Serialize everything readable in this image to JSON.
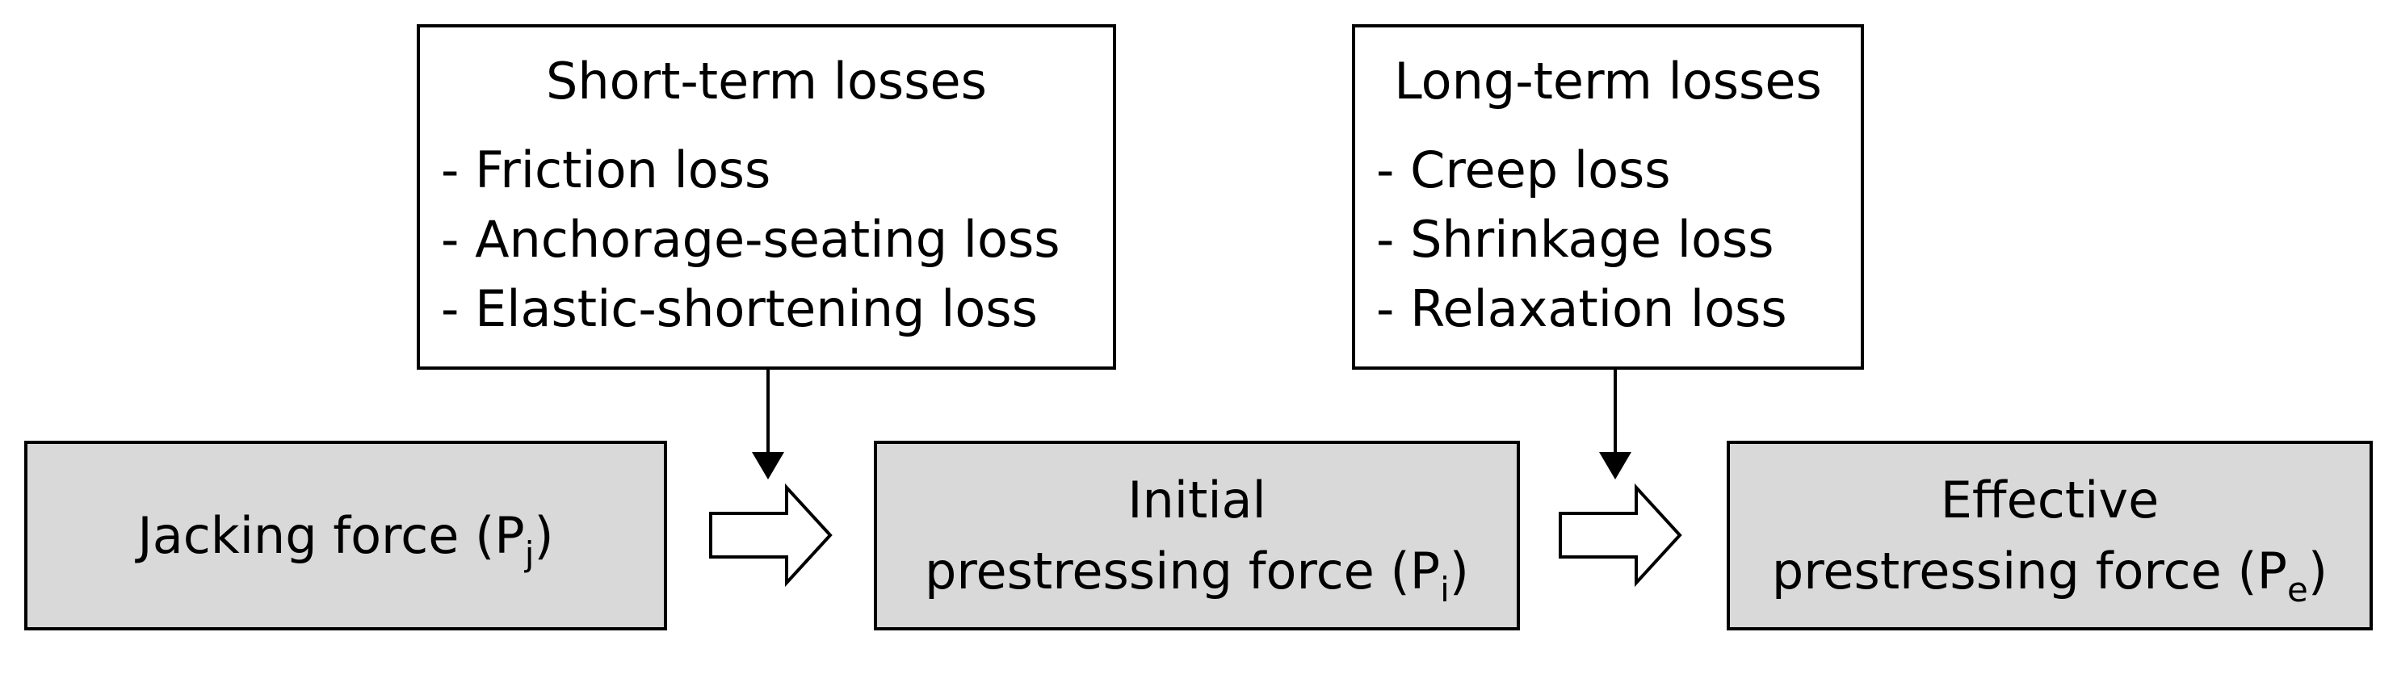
{
  "short_term": {
    "title": "Short-term losses",
    "items": [
      "- Friction loss",
      "- Anchorage-seating loss",
      "- Elastic-shortening loss"
    ]
  },
  "long_term": {
    "title": "Long-term losses",
    "items": [
      "- Creep loss",
      "- Shrinkage loss",
      "- Relaxation loss"
    ]
  },
  "forces": {
    "jacking": {
      "label": "Jacking force (P",
      "sub": "j",
      "close": ")"
    },
    "initial": {
      "line1": "Initial",
      "label": "prestressing force (P",
      "sub": "i",
      "close": ")"
    },
    "effective": {
      "line1": "Effective",
      "label": "prestressing force (P",
      "sub": "e",
      "close": ")"
    }
  },
  "colors": {
    "force_fill": "#d9d9d9",
    "loss_fill": "#ffffff",
    "stroke": "#000000"
  }
}
